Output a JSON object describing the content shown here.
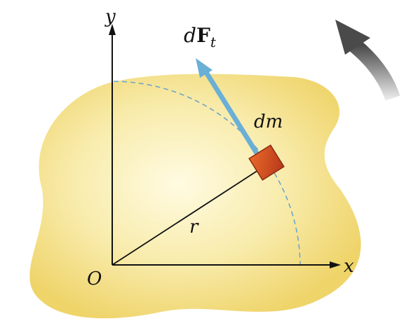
{
  "labels": {
    "y_axis": "y",
    "x_axis": "x",
    "origin": "O",
    "radius": "r",
    "mass_element": "dm",
    "force_prefix": "d",
    "force_symbol": "F",
    "force_subscript": "t"
  },
  "colors": {
    "body_fill": "#f4e27a",
    "body_highlight": "#fff8cf",
    "axis": "#111111",
    "radius_line": "#111111",
    "dashed_circle": "#6fa6c8",
    "force_arrow": "#6ab0d6",
    "mass_block": "#d9501e",
    "rotation_arrow": "#555555"
  },
  "icons": {
    "rotation": "curved-arrow-icon"
  }
}
